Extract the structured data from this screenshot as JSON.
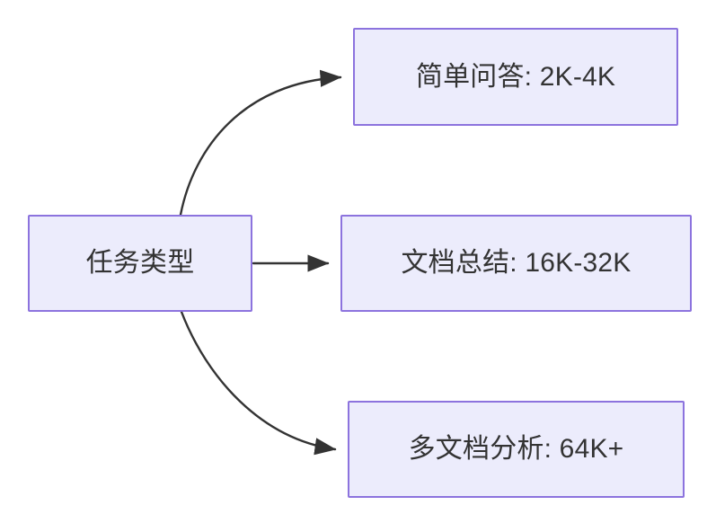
{
  "diagram": {
    "type": "flowchart",
    "direction": "left-to-right",
    "background_color": "#ffffff",
    "node_fill_color": "#ececfc",
    "node_border_color": "#8c73de",
    "node_text_color": "#333333",
    "edge_color": "#333333",
    "nodes": [
      {
        "id": "root",
        "label": "任务类型",
        "role": "source"
      },
      {
        "id": "simple",
        "label": "简单问答: 2K-4K",
        "role": "target"
      },
      {
        "id": "summary",
        "label": "文档总结: 16K-32K",
        "role": "target"
      },
      {
        "id": "multidoc",
        "label": "多文档分析: 64K+",
        "role": "target"
      }
    ],
    "edges": [
      {
        "id": "edge-root-simple",
        "from": "root",
        "to": "simple",
        "style": "curved",
        "arrowhead": "solid-triangle"
      },
      {
        "id": "edge-root-summary",
        "from": "root",
        "to": "summary",
        "style": "straight",
        "arrowhead": "solid-triangle"
      },
      {
        "id": "edge-root-multidoc",
        "from": "root",
        "to": "multidoc",
        "style": "curved",
        "arrowhead": "solid-triangle"
      }
    ]
  }
}
